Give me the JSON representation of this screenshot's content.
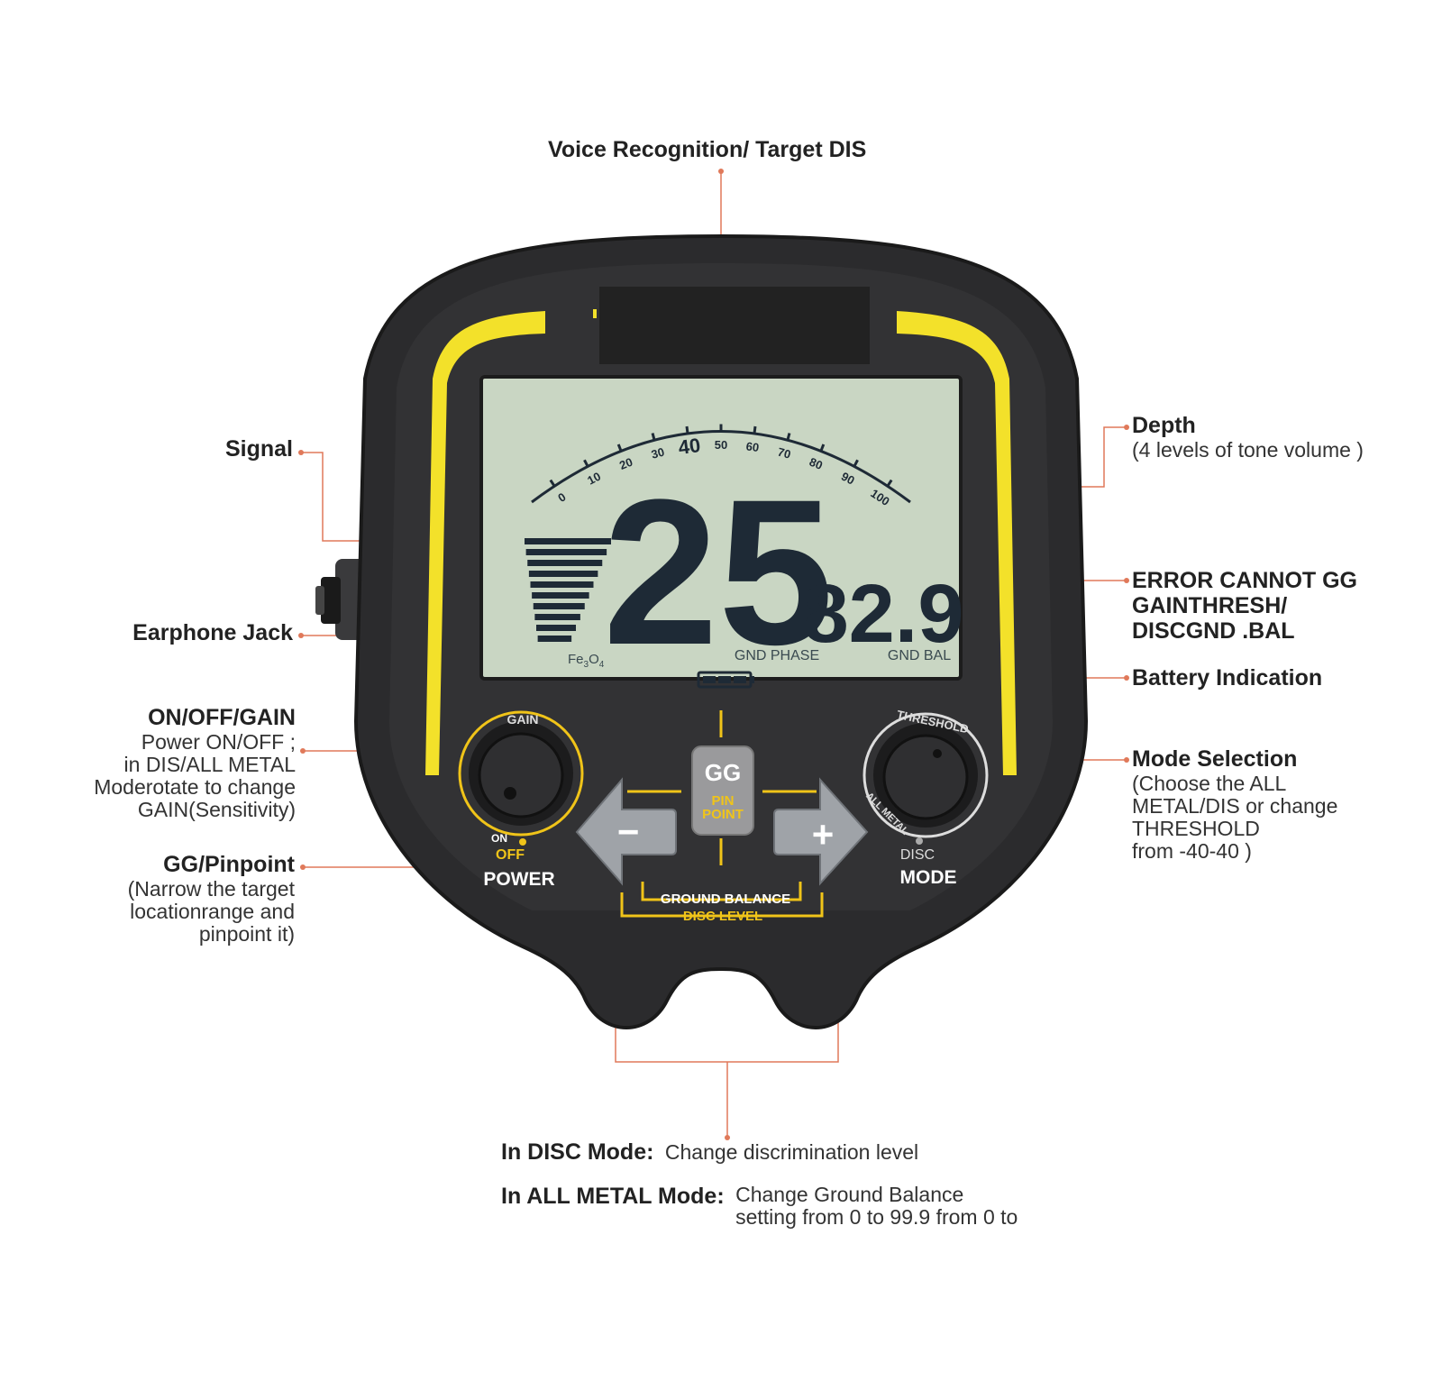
{
  "colors": {
    "accent": "#f3e12a",
    "leader": "#e0795a",
    "body": "#2b2b2d",
    "lcd": "#c9d6c3",
    "seg": "#1e2a36",
    "gold": "#f0c419"
  },
  "callouts": {
    "voice_recognition": "Voice Recognition/ Target DIS",
    "signal": "Signal",
    "earphone_jack": "Earphone Jack",
    "on_off_gain": {
      "title": "ON/OFF/GAIN",
      "lines": [
        "Power ON/OFF ;",
        "in DIS/ALL METAL",
        "Moderotate to change",
        "GAIN(Sensitivity)"
      ]
    },
    "gg_pinpoint": {
      "title": "GG/Pinpoint",
      "lines": [
        "(Narrow the target",
        "locationrange and",
        "pinpoint it)"
      ]
    },
    "depth": {
      "title": "Depth",
      "lines": [
        "(4 levels of tone volume )"
      ]
    },
    "error": {
      "lines": [
        "ERROR CANNOT GG",
        "GAINTHRESH/",
        "DISCGND .BAL"
      ]
    },
    "battery": "Battery Indication",
    "mode_selection": {
      "title": "Mode Selection",
      "lines": [
        "(Choose the ALL",
        "METAL/DIS  or change",
        "THRESHOLD",
        "from  -40-40 )"
      ]
    },
    "disc_mode": {
      "title": "In DISC Mode:",
      "text": "Change discrimination level"
    },
    "all_metal_mode": {
      "title": "In ALL METAL Mode:",
      "lines": [
        "Change Ground Balance",
        "setting from 0 to 99.9 from 0 to"
      ]
    }
  },
  "device": {
    "scale_ticks": [
      "0",
      "10",
      "20",
      "30",
      "40",
      "50",
      "60",
      "70",
      "80",
      "90",
      "100"
    ],
    "main_value": "25",
    "sub_value": "82.9",
    "fe_label": "Fe",
    "fe_sub1": "3",
    "fe_mid": "O",
    "fe_sub2": "4",
    "gnd_phase": "GND PHASE",
    "gnd_bal": "GND BAL",
    "gain_label": "GAIN",
    "on_label": "ON",
    "off_label": "OFF",
    "power_label": "POWER",
    "threshold_label": "THRESHOLD",
    "all_metal_label": "ALL METAL",
    "disc_label": "DISC",
    "mode_label": "MODE",
    "gg_label": "GG",
    "pin_label": "PIN",
    "point_label": "POINT",
    "minus": "−",
    "plus": "+",
    "ground_balance": "GROUND BALANCE",
    "disc_level": "DISC LEVEL"
  }
}
